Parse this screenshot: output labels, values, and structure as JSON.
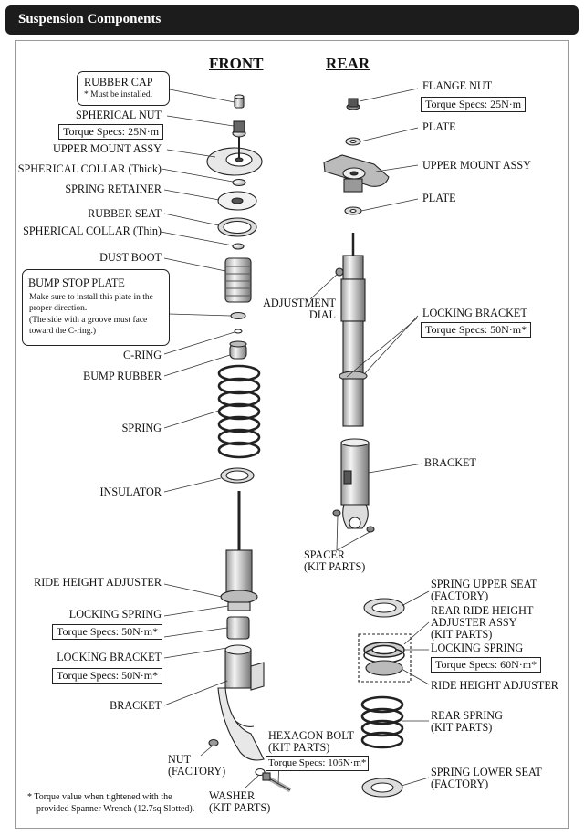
{
  "header": {
    "title": "Suspension Components"
  },
  "columns": {
    "front": "FRONT",
    "rear": "REAR"
  },
  "front": {
    "rubber_cap": "RUBBER CAP",
    "rubber_cap_note": "* Must be installed.",
    "spherical_nut": "SPHERICAL NUT",
    "spherical_nut_torque": "Torque Specs: 25N·m",
    "upper_mount": "UPPER MOUNT ASSY",
    "collar_thick": "SPHERICAL COLLAR (Thick)",
    "spring_retainer": "SPRING RETAINER",
    "rubber_seat": "RUBBER SEAT",
    "collar_thin": "SPHERICAL COLLAR (Thin)",
    "dust_boot": "DUST BOOT",
    "bump_stop_plate": "BUMP STOP PLATE",
    "bump_note_1": "Make sure to install this plate in the",
    "bump_note_2": "proper direction.",
    "bump_note_3": "(The side with a groove must face",
    "bump_note_4": "toward the C-ring.)",
    "c_ring": "C-RING",
    "bump_rubber": "BUMP RUBBER",
    "spring": "SPRING",
    "insulator": "INSULATOR",
    "ride_height_adjuster": "RIDE HEIGHT ADJUSTER",
    "locking_spring": "LOCKING SPRING",
    "locking_spring_torque": "Torque Specs: 50N·m*",
    "locking_bracket": "LOCKING BRACKET",
    "locking_bracket_torque": "Torque Specs: 50N·m*",
    "bracket": "BRACKET",
    "nut_1": "NUT",
    "nut_2": "(FACTORY)",
    "washer_1": "WASHER",
    "washer_2": "(KIT PARTS)",
    "hex_bolt_1": "HEXAGON BOLT",
    "hex_bolt_2": "(KIT PARTS)",
    "hex_bolt_torque": "Torque Specs: 106N·m*"
  },
  "rear": {
    "flange_nut": "FLANGE NUT",
    "flange_nut_torque": "Torque Specs: 25N·m",
    "plate_top": "PLATE",
    "upper_mount": "UPPER MOUNT ASSY",
    "plate_bottom": "PLATE",
    "adjust_dial_1": "ADJUSTMENT",
    "adjust_dial_2": "DIAL",
    "locking_bracket": "LOCKING BRACKET",
    "locking_bracket_torque": "Torque Specs: 50N·m*",
    "bracket": "BRACKET",
    "spacer_1": "SPACER",
    "spacer_2": "(KIT PARTS)",
    "spring_upper_seat_1": "SPRING UPPER SEAT",
    "spring_upper_seat_2": "(FACTORY)",
    "rear_rh_1": "REAR RIDE HEIGHT",
    "rear_rh_2": "ADJUSTER ASSY",
    "rear_rh_3": "(KIT PARTS)",
    "locking_spring": "LOCKING SPRING",
    "locking_spring_torque": "Torque Specs: 60N·m*",
    "ride_height_adjuster": "RIDE HEIGHT ADJUSTER",
    "rear_spring_1": "REAR SPRING",
    "rear_spring_2": "(KIT PARTS)",
    "spring_lower_seat_1": "SPRING LOWER SEAT",
    "spring_lower_seat_2": "(FACTORY)"
  },
  "footnote_1": "* Torque value when tightened with the",
  "footnote_2": "provided Spanner Wrench (12.7sq Slotted)."
}
